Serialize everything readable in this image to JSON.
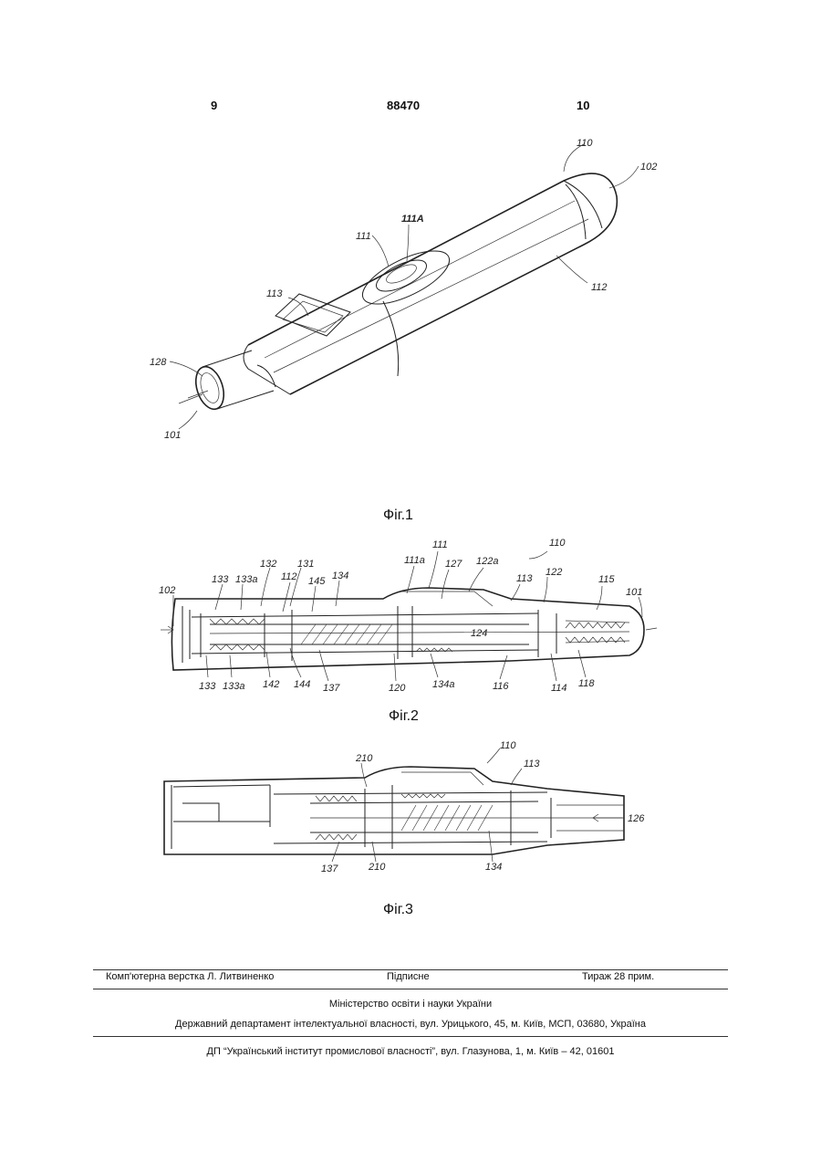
{
  "header": {
    "page_left": "9",
    "patent_number": "88470",
    "page_right": "10"
  },
  "figures": {
    "fig1": {
      "caption": "Фіг.1",
      "labels": {
        "l110": "110",
        "l102": "102",
        "l111A": "111A",
        "l111": "111",
        "l113": "113",
        "l112": "112",
        "l128": "128",
        "l101": "101"
      }
    },
    "fig2": {
      "caption": "Фіг.2",
      "labels": {
        "l111": "111",
        "l110": "110",
        "l111a": "111a",
        "l127": "127",
        "l122a": "122a",
        "l113": "113",
        "l122": "122",
        "l115": "115",
        "l101": "101",
        "l102": "102",
        "l132": "132",
        "l131": "131",
        "l133t": "133",
        "l133at": "133a",
        "l112": "112",
        "l145": "145",
        "l134": "134",
        "l124": "124",
        "l133b": "133",
        "l133ab": "133a",
        "l142": "142",
        "l144": "144",
        "l137": "137",
        "l120": "120",
        "l134a": "134a",
        "l116": "116",
        "l114": "114",
        "l118": "118"
      }
    },
    "fig3": {
      "caption": "Фіг.3",
      "labels": {
        "l110": "110",
        "l210t": "210",
        "l113": "113",
        "l126": "126",
        "l137": "137",
        "l210b": "210",
        "l134": "134"
      }
    }
  },
  "footer": {
    "layout": "Комп'ютерна верстка Л. Литвиненко",
    "signed": "Підписне",
    "circulation": "Тираж 28 прим.",
    "ministry": "Міністерство освіти і науки України",
    "department": "Державний департамент інтелектуальної власності, вул. Урицького, 45, м. Київ, МСП, 03680, Україна",
    "institute": "ДП “Український інститут промислової власності”, вул. Глазунова, 1, м. Київ – 42, 01601"
  }
}
